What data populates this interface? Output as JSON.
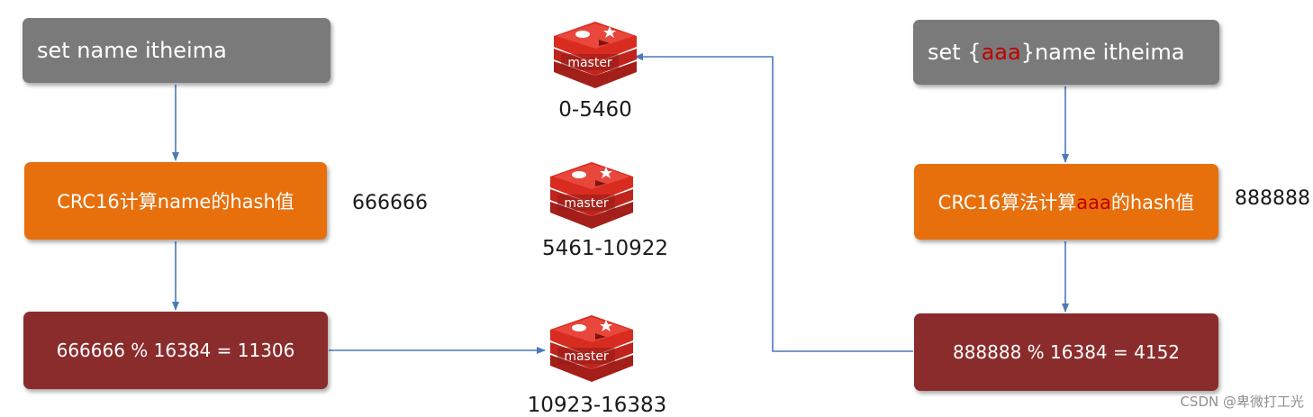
{
  "left_flow": {
    "command": "set name itheima",
    "hash_step": "CRC16计算name的hash值",
    "hash_value": "666666",
    "mod_step": "666666 % 16384 = 11306"
  },
  "right_flow": {
    "command_prefix": "set {",
    "command_tag": "aaa",
    "command_suffix": "}name itheima",
    "hash_step_prefix": "CRC16算法计算",
    "hash_step_tag": "aaa",
    "hash_step_suffix": "的hash值",
    "hash_value": "888888",
    "mod_step": "888888 % 16384 = 4152"
  },
  "masters": [
    {
      "label": "master",
      "slot_range": "0-5460"
    },
    {
      "label": "master",
      "slot_range": "5461-10922"
    },
    {
      "label": "master",
      "slot_range": "10923-16383"
    }
  ],
  "watermark": "CSDN @卑微打工光",
  "colors": {
    "command_box": "#7a7a7a",
    "hash_box": "#e7700d",
    "mod_box": "#8b2c2c",
    "arrow": "#4a7ab8",
    "redis_red": "#d82c20",
    "highlight": "#c00000"
  }
}
